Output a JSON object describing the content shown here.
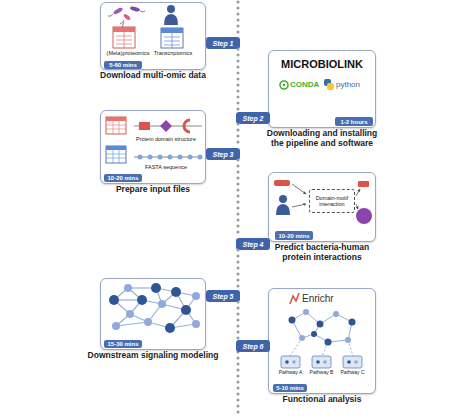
{
  "diagram": {
    "nodes": [
      {
        "text": [
          "Download multi-omic data"
        ]
      },
      {
        "text": [
          "5-60 mins"
        ],
        "in": 0
      },
      {
        "text": [
          "Step 1"
        ]
      },
      {
        "text": [
          "Downloading and installing the pipeline and software"
        ]
      },
      {
        "text": [
          "1-2 hours"
        ],
        "in": 3
      },
      {
        "text": [
          "Step 2"
        ]
      },
      {
        "text": [
          "Prepare input files"
        ]
      },
      {
        "text": [
          "10-20 mins"
        ],
        "in": 6
      },
      {
        "text": [
          "Step 3"
        ]
      },
      {
        "text": [
          "Predict bacteria-human protein interactions"
        ]
      },
      {
        "text": [
          "Domain-motif interaction"
        ],
        "in": 9
      },
      {
        "text": [
          "10-20 mins"
        ],
        "in": 9
      },
      {
        "text": [
          "Step 4"
        ]
      },
      {
        "text": [
          "Downstream signaling modeling"
        ]
      },
      {
        "text": [
          "15-30 mins"
        ],
        "in": 13
      },
      {
        "text": [
          "Step 5"
        ]
      },
      {
        "text": [
          "Functional analysis"
        ]
      },
      {
        "text": [
          "5-10 mins"
        ],
        "in": 16
      },
      {
        "text": [
          "Step 6"
        ]
      }
    ],
    "edges": [
      {
        "from": 2,
        "to": 5,
        "arrow": "none"
      },
      {
        "from": 5,
        "to": 8,
        "arrow": "none"
      },
      {
        "from": 8,
        "to": 12,
        "arrow": "none"
      },
      {
        "from": 12,
        "to": 15,
        "arrow": "none"
      },
      {
        "from": 15,
        "to": 18,
        "arrow": "none"
      }
    ],
    "labels": [
      "(Meta)proteomics",
      "Transcriptomics",
      "MICROBIOLINK",
      "CONDA",
      "python",
      "Protein domain structure",
      "FASTA sequence",
      "Enrichr",
      "Pathway A",
      "Pathway B",
      "Pathway C"
    ]
  }
}
